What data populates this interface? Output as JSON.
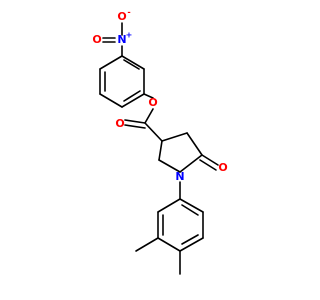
{
  "molecule": {
    "colors": {
      "bond": "#000000",
      "oxygen": "#ff0000",
      "nitrogen": "#0000ff",
      "background": "#ffffff"
    },
    "atoms": {
      "nitro_o_top": {
        "symbol": "O",
        "charge": "-"
      },
      "nitro_n": {
        "symbol": "N",
        "charge": "+"
      },
      "nitro_o_left": {
        "symbol": "O"
      },
      "ester_o": {
        "symbol": "O"
      },
      "carbonyl_o": {
        "symbol": "O"
      },
      "ring_n": {
        "symbol": "N"
      },
      "lactam_o": {
        "symbol": "O"
      }
    }
  }
}
